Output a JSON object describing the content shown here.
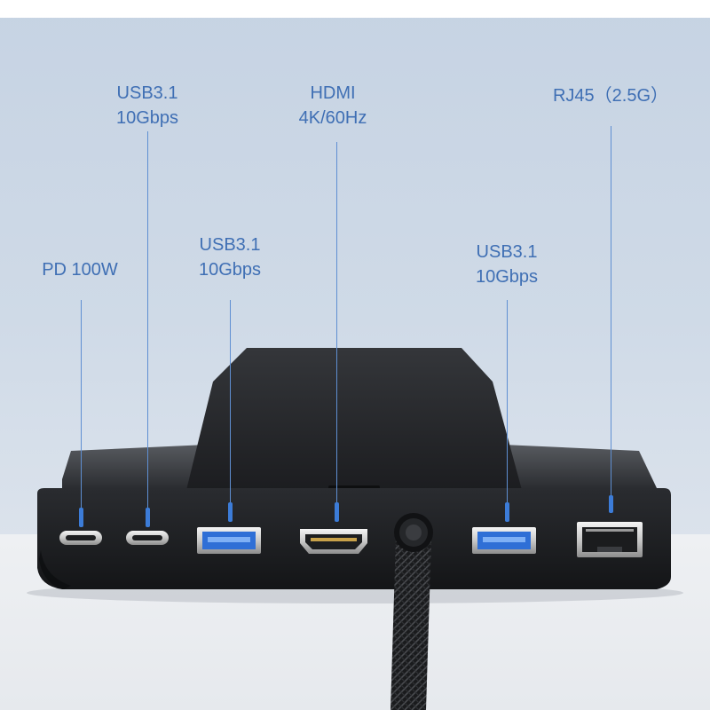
{
  "ports": [
    {
      "id": "pd",
      "kind": "usb-c",
      "lines": [
        "PD 100W"
      ]
    },
    {
      "id": "usbc",
      "kind": "usb-c",
      "lines": [
        "USB3.1",
        "10Gbps"
      ]
    },
    {
      "id": "usba1",
      "kind": "usb-a",
      "lines": [
        "USB3.1",
        "10Gbps"
      ]
    },
    {
      "id": "hdmi",
      "kind": "hdmi",
      "lines": [
        "HDMI",
        "4K/60Hz"
      ]
    },
    {
      "id": "usba2",
      "kind": "usb-a",
      "lines": [
        "USB3.1",
        "10Gbps"
      ]
    },
    {
      "id": "rj45",
      "kind": "rj45",
      "lines": [
        "RJ45（2.5G）"
      ]
    }
  ],
  "colors": {
    "label": "#3f6fb4",
    "leader": "#5f8fd2",
    "marker": "#3c7cd8",
    "dock_body": "#1f2124",
    "usb_a_insert": "#2f6fd6"
  },
  "icons": [
    "usb-c-port-icon",
    "usb-a-port-icon",
    "hdmi-port-icon",
    "rj45-port-icon",
    "cable-icon"
  ]
}
